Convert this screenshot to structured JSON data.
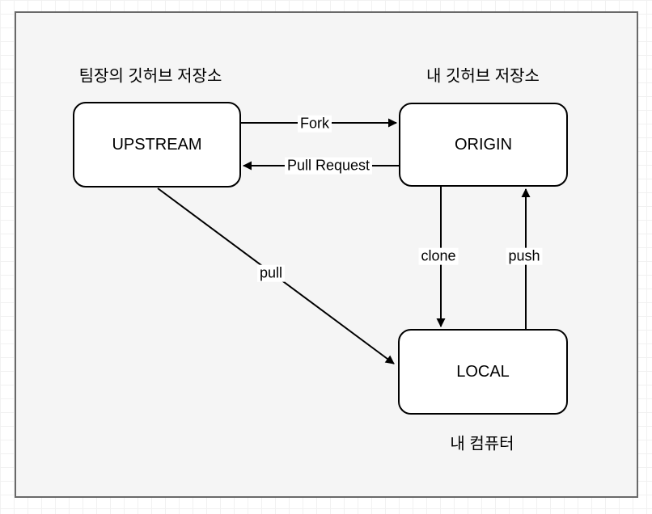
{
  "diagram": {
    "nodes": [
      {
        "id": "upstream",
        "label": "UPSTREAM"
      },
      {
        "id": "origin",
        "label": "ORIGIN"
      },
      {
        "id": "local",
        "label": "LOCAL"
      }
    ],
    "captions": [
      {
        "id": "upstream-caption",
        "text": "팀장의 깃허브 저장소"
      },
      {
        "id": "origin-caption",
        "text": "내 깃허브 저장소"
      },
      {
        "id": "local-caption",
        "text": "내 컴퓨터"
      }
    ],
    "edges": [
      {
        "id": "fork",
        "label": "Fork",
        "from": "UPSTREAM",
        "to": "ORIGIN"
      },
      {
        "id": "pull-request",
        "label": "Pull Request",
        "from": "ORIGIN",
        "to": "UPSTREAM"
      },
      {
        "id": "clone",
        "label": "clone",
        "from": "ORIGIN",
        "to": "LOCAL"
      },
      {
        "id": "push",
        "label": "push",
        "from": "LOCAL",
        "to": "ORIGIN"
      },
      {
        "id": "pull",
        "label": "pull",
        "from": "UPSTREAM",
        "to": "LOCAL"
      }
    ],
    "colors": {
      "canvas_bg": "#ffffff",
      "grid_line": "#f1f1f1",
      "frame_fill": "#f5f5f5",
      "frame_border": "#696969",
      "node_fill": "#ffffff",
      "stroke": "#000000"
    }
  }
}
